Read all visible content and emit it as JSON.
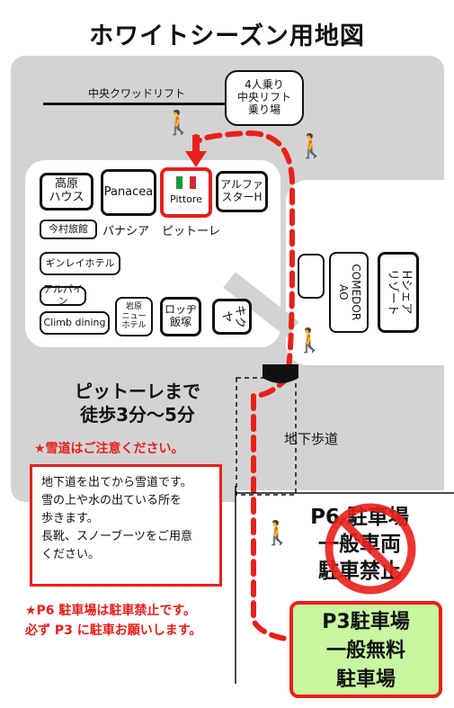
{
  "map": {
    "title": "ホワイトシーズン用地図",
    "lift_name": "中央クワッドリフト",
    "lift_station": [
      "4人乗り",
      "中央リフト",
      "乗り場"
    ],
    "venues": {
      "kogen_house": [
        "高原",
        "ハウス"
      ],
      "panacea": "Panacea",
      "panacea_kana": "パナシア",
      "pittore": "Pittore",
      "pittore_kana": "ピットーレ",
      "alpha_star": [
        "アルファ",
        "スターH"
      ],
      "imamura": "今村旅館",
      "ginrei": "ギンレイホテル",
      "alpine": "アルパイン",
      "climb": "Climb dining",
      "iwahara_new": [
        "岩原",
        "ニュー",
        "ホテル"
      ],
      "lodge_iizuka": [
        "ロッヂ",
        "飯塚"
      ],
      "kikuya": [
        "キク",
        "ヤ"
      ],
      "comedor": [
        "COMEDOR",
        "AO"
      ],
      "h_square": [
        "Hシェア",
        "リゾート"
      ]
    },
    "walk_time": [
      "ピットーレまで",
      "徒歩3分～5分"
    ],
    "snow_warning": "★雪道はご注意ください。",
    "underpass_label": "地下歩道",
    "notice_lines": [
      "地下道を出てから雪道です。",
      "雪の上や水の出ている所を",
      "歩きます。",
      "長靴、スノーブーツをご用意",
      "ください。"
    ],
    "p6_lines": [
      "P6 駐車場",
      "一般車両",
      "駐車禁止"
    ],
    "parking_note": [
      "★P6 駐車場は駐車禁止です。",
      "必ず P3 に駐車お願いします。"
    ],
    "p3_lines": [
      "P3駐車場",
      "一般無料",
      "駐車場"
    ],
    "colors": {
      "route": "#e8201a",
      "walker": "#1b2fa8",
      "p3_bg": "#c8f7a0",
      "area": "#d3d3d3"
    },
    "icons": [
      "walking-person-icon",
      "down-arrow-icon",
      "italian-flag-icon",
      "no-parking-icon"
    ]
  }
}
